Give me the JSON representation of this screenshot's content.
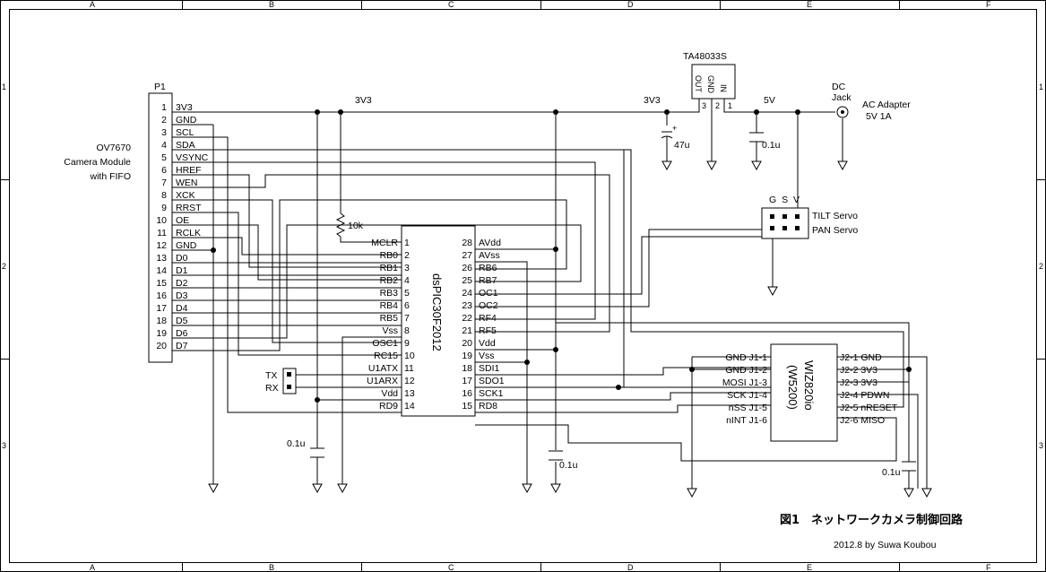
{
  "frame": {
    "columns": [
      "A",
      "B",
      "C",
      "D",
      "E",
      "F"
    ],
    "rows": [
      "1",
      "2",
      "3"
    ]
  },
  "camera": {
    "ref": "P1",
    "desc": [
      "OV7670",
      "Camera Module",
      "with FIFO"
    ],
    "pins": [
      {
        "num": "1",
        "name": "3V3"
      },
      {
        "num": "2",
        "name": "GND"
      },
      {
        "num": "3",
        "name": "SCL"
      },
      {
        "num": "4",
        "name": "SDA"
      },
      {
        "num": "5",
        "name": "VSYNC"
      },
      {
        "num": "6",
        "name": "HREF"
      },
      {
        "num": "7",
        "name": "WEN"
      },
      {
        "num": "8",
        "name": "XCK"
      },
      {
        "num": "9",
        "name": "RRST"
      },
      {
        "num": "10",
        "name": "OE"
      },
      {
        "num": "11",
        "name": "RCLK"
      },
      {
        "num": "12",
        "name": "GND"
      },
      {
        "num": "13",
        "name": "D0"
      },
      {
        "num": "14",
        "name": "D1"
      },
      {
        "num": "15",
        "name": "D2"
      },
      {
        "num": "16",
        "name": "D3"
      },
      {
        "num": "17",
        "name": "D4"
      },
      {
        "num": "18",
        "name": "D5"
      },
      {
        "num": "19",
        "name": "D6"
      },
      {
        "num": "20",
        "name": "D7"
      }
    ]
  },
  "mcu": {
    "name": "dsPIC30F2012",
    "left": [
      {
        "num": "1",
        "name": "MCLR"
      },
      {
        "num": "2",
        "name": "RB0"
      },
      {
        "num": "3",
        "name": "RB1"
      },
      {
        "num": "4",
        "name": "RB2"
      },
      {
        "num": "5",
        "name": "RB3"
      },
      {
        "num": "6",
        "name": "RB4"
      },
      {
        "num": "7",
        "name": "RB5"
      },
      {
        "num": "8",
        "name": "Vss"
      },
      {
        "num": "9",
        "name": "OSC1"
      },
      {
        "num": "10",
        "name": "RC15"
      },
      {
        "num": "11",
        "name": "U1ATX"
      },
      {
        "num": "12",
        "name": "U1ARX"
      },
      {
        "num": "13",
        "name": "Vdd"
      },
      {
        "num": "14",
        "name": "RD9"
      }
    ],
    "right": [
      {
        "num": "28",
        "name": "AVdd"
      },
      {
        "num": "27",
        "name": "AVss"
      },
      {
        "num": "26",
        "name": "RB6"
      },
      {
        "num": "25",
        "name": "RB7"
      },
      {
        "num": "24",
        "name": "OC1"
      },
      {
        "num": "23",
        "name": "OC2"
      },
      {
        "num": "22",
        "name": "RF4"
      },
      {
        "num": "21",
        "name": "RF5"
      },
      {
        "num": "20",
        "name": "Vdd"
      },
      {
        "num": "19",
        "name": "Vss"
      },
      {
        "num": "18",
        "name": "SDI1"
      },
      {
        "num": "17",
        "name": "SDO1"
      },
      {
        "num": "16",
        "name": "SCK1"
      },
      {
        "num": "15",
        "name": "RD8"
      }
    ]
  },
  "regulator": {
    "name": "TA48033S",
    "pins": [
      "OUT",
      "GND",
      "IN"
    ],
    "nums": [
      "3",
      "2",
      "1"
    ]
  },
  "wiz": {
    "name1": "WIZ820io",
    "name2": "(W5200)",
    "left": [
      "GND J1-1",
      "GND J1-2",
      "MOSI J1-3",
      "SCK J1-4",
      "nSS J1-5",
      "nINT J1-6"
    ],
    "right": [
      "J2-1 GND",
      "J2-2 3V3",
      "J2-3 3V3",
      "J2-4 PDWN",
      "J2-5 nRESET",
      "J2-6 MISO"
    ]
  },
  "labels": {
    "net_3v3_a": "3V3",
    "net_3v3_b": "3V3",
    "net_5v": "5V",
    "dc_jack": [
      "DC",
      "Jack"
    ],
    "ac_adapter": [
      "AC Adapter",
      "5V 1A"
    ],
    "cap_47u": "47u",
    "cap_01u_reg": "0.1u",
    "cap_01u_a": "0.1u",
    "cap_01u_b": "0.1u",
    "cap_01u_c": "0.1u",
    "resistor": "10k",
    "servo_pins": "G S V",
    "servo_tilt": "TILT Servo",
    "servo_pan": "PAN Servo",
    "tx": "TX",
    "rx": "RX"
  },
  "title": "図1　ネットワークカメラ制御回路",
  "credit": "2012.8  by Suwa Koubou"
}
